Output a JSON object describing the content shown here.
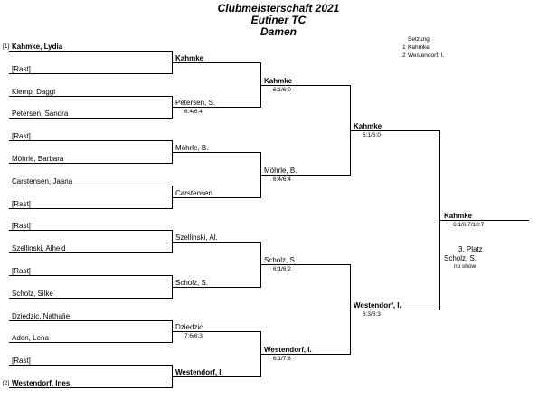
{
  "header": {
    "title": "Clubmeisterschaft 2021",
    "club": "Eutiner TC",
    "category": "Damen"
  },
  "seeding": {
    "heading": "Setzung",
    "entries": [
      {
        "num": "1",
        "name": "Kahmke"
      },
      {
        "num": "2",
        "name": "Westendorf, I."
      }
    ]
  },
  "round1": [
    {
      "seed": "[1]",
      "name": "Kahmke, Lydia",
      "bold": true
    },
    {
      "seed": "",
      "name": "[Rast]"
    },
    {
      "seed": "",
      "name": "Klemp, Daggi"
    },
    {
      "seed": "",
      "name": "Petersen, Sandra"
    },
    {
      "seed": "",
      "name": "[Rast]"
    },
    {
      "seed": "",
      "name": "Möhrle, Barbara"
    },
    {
      "seed": "",
      "name": "Carstensen, Jaana"
    },
    {
      "seed": "",
      "name": "[Rast]"
    },
    {
      "seed": "",
      "name": "[Rast]"
    },
    {
      "seed": "",
      "name": "Szellinski, Alheid"
    },
    {
      "seed": "",
      "name": "[Rast]"
    },
    {
      "seed": "",
      "name": "Scholz, Silke"
    },
    {
      "seed": "",
      "name": "Dziedzic, Nathalie"
    },
    {
      "seed": "",
      "name": "Aden, Lena"
    },
    {
      "seed": "",
      "name": "[Rast]"
    },
    {
      "seed": "[2]",
      "name": "Westendorf, Ines",
      "bold": true
    }
  ],
  "round2": [
    {
      "name": "Kahmke",
      "score": "",
      "bold": true
    },
    {
      "name": "Petersen, S.",
      "score": "6:4/6:4"
    },
    {
      "name": "Möhrle, B.",
      "score": ""
    },
    {
      "name": "Carstensen",
      "score": ""
    },
    {
      "name": "Szellinski, Al.",
      "score": ""
    },
    {
      "name": "Scholz, S.",
      "score": ""
    },
    {
      "name": "Dziedzic",
      "score": "7:6/6:3"
    },
    {
      "name": "Westendorf, I.",
      "score": "",
      "bold": true
    }
  ],
  "round3": [
    {
      "name": "Kahmke",
      "score": "6:1/6:0",
      "bold": true
    },
    {
      "name": "Möhrle, B.",
      "score": "6:4/6:4"
    },
    {
      "name": "Scholz, S.",
      "score": "6:1/6:2"
    },
    {
      "name": "Westendorf, I.",
      "score": "6:1/7:6",
      "bold": true
    }
  ],
  "semifinal": [
    {
      "name": "Kahmke",
      "score": "6:1/6:0",
      "bold": true
    },
    {
      "name": "Westendorf, I.",
      "score": "6:3/6:3",
      "bold": true
    }
  ],
  "final": {
    "name": "Kahmke",
    "score": "6:1/6:7/10:7",
    "bold": true
  },
  "third_place": {
    "label": "3. Platz",
    "name": "Scholz, S.",
    "note": "no show"
  }
}
